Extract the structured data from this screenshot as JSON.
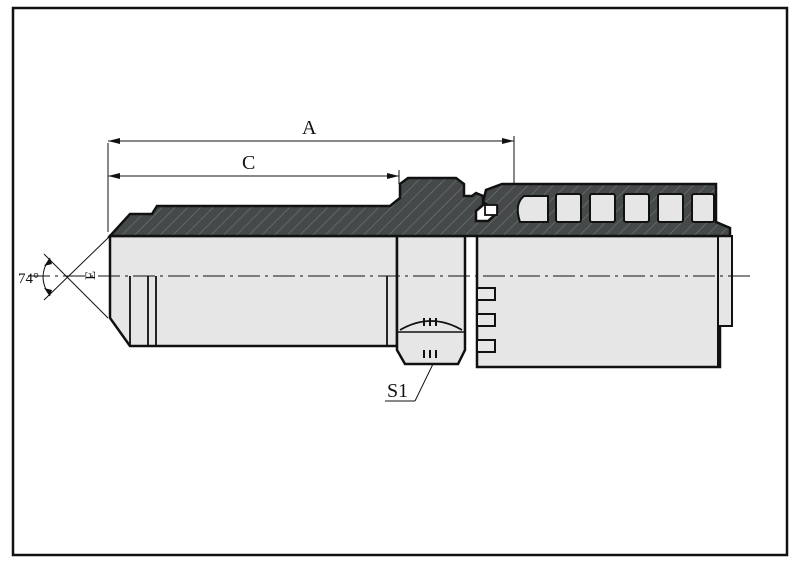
{
  "labels": {
    "dim_a": "A",
    "dim_c": "C",
    "dim_e": "E",
    "angle": "74°",
    "hex_size": "S1"
  },
  "colors": {
    "section_fill": "#45494a",
    "body_fill": "#e6e6e6",
    "outline": "#111111",
    "hatch": "#6e7272",
    "background": "#ffffff"
  }
}
